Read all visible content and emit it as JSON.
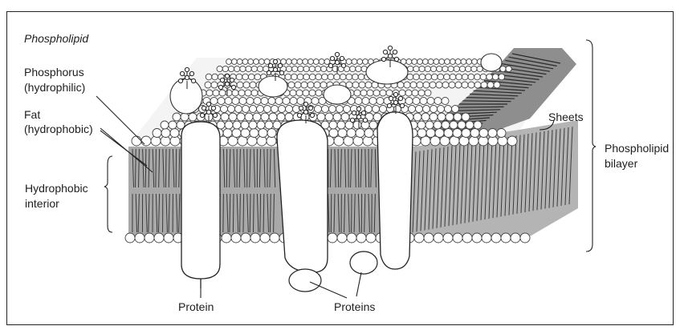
{
  "labels": {
    "phospholipid": "Phospholipid",
    "phosphorus": "Phosphorus",
    "phosphorus_note": "(hydrophilic)",
    "fat": "Fat",
    "fat_note": "(hydrophobic)",
    "hydrophobic": "Hydrophobic",
    "interior": "interior",
    "sheets": "Sheets",
    "bilayer_1": "Phospholipid",
    "bilayer_2": "bilayer",
    "protein": "Protein",
    "proteins": "Proteins"
  },
  "colors": {
    "ink": "#1e1e1e",
    "membrane_core": "#a7a7a7",
    "head_fill": "#ffffff",
    "protein_fill": "#ffffff"
  }
}
